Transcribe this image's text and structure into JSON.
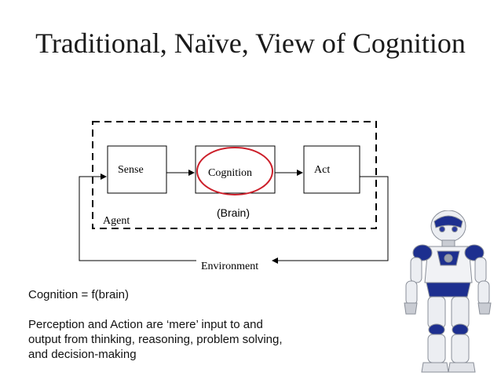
{
  "slide": {
    "title": "Traditional, Naïve, View of Cognition"
  },
  "diagram": {
    "sense_label": "Sense",
    "cognition_label": "Cognition",
    "act_label": "Act",
    "brain_label": "(Brain)",
    "agent_label": "Agent",
    "environment_label": "Environment"
  },
  "notes": {
    "formula": "Cognition = f(brain)",
    "line1": "Perception and Action are ‘mere’ input to and",
    "line2": "output from thinking, reasoning, problem solving,",
    "line3": "and decision-making"
  },
  "colors": {
    "highlight_ellipse": "#cc1f2a",
    "robot_accent": "#1d2f8f"
  }
}
